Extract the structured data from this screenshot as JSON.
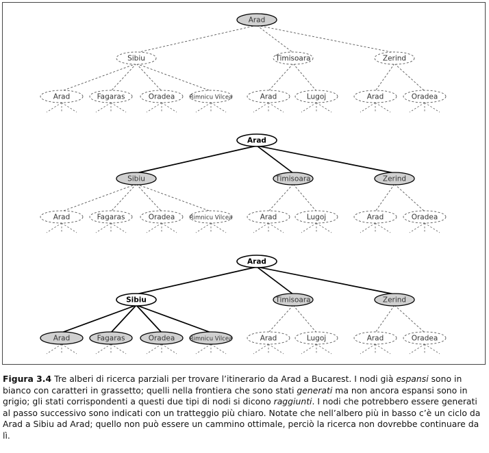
{
  "trees": [
    {
      "root": {
        "label": "Arad",
        "state": "frontier"
      },
      "children": [
        {
          "label": "Sibiu",
          "state": "reached",
          "children": [
            {
              "label": "Arad",
              "state": "reached"
            },
            {
              "label": "Fagaras",
              "state": "reached"
            },
            {
              "label": "Oradea",
              "state": "reached"
            },
            {
              "label": "Rimnicu Vilcea",
              "state": "reached"
            }
          ]
        },
        {
          "label": "Timisoara",
          "state": "reached",
          "children": [
            {
              "label": "Arad",
              "state": "reached"
            },
            {
              "label": "Lugoj",
              "state": "reached"
            }
          ]
        },
        {
          "label": "Zerind",
          "state": "reached",
          "children": [
            {
              "label": "Arad",
              "state": "reached"
            },
            {
              "label": "Oradea",
              "state": "reached"
            }
          ]
        }
      ]
    },
    {
      "root": {
        "label": "Arad",
        "state": "expanded"
      },
      "children": [
        {
          "label": "Sibiu",
          "state": "frontier",
          "children": [
            {
              "label": "Arad",
              "state": "reached"
            },
            {
              "label": "Fagaras",
              "state": "reached"
            },
            {
              "label": "Oradea",
              "state": "reached"
            },
            {
              "label": "Rimnicu Vilcea",
              "state": "reached"
            }
          ]
        },
        {
          "label": "Timisoara",
          "state": "frontier",
          "children": [
            {
              "label": "Arad",
              "state": "reached"
            },
            {
              "label": "Lugoj",
              "state": "reached"
            }
          ]
        },
        {
          "label": "Zerind",
          "state": "frontier",
          "children": [
            {
              "label": "Arad",
              "state": "reached"
            },
            {
              "label": "Oradea",
              "state": "reached"
            }
          ]
        }
      ]
    },
    {
      "root": {
        "label": "Arad",
        "state": "expanded"
      },
      "children": [
        {
          "label": "Sibiu",
          "state": "expanded",
          "children": [
            {
              "label": "Arad",
              "state": "frontier"
            },
            {
              "label": "Fagaras",
              "state": "frontier"
            },
            {
              "label": "Oradea",
              "state": "frontier"
            },
            {
              "label": "Rimnicu Vilcea",
              "state": "frontier"
            }
          ]
        },
        {
          "label": "Timisoara",
          "state": "frontier",
          "children": [
            {
              "label": "Arad",
              "state": "reached"
            },
            {
              "label": "Lugoj",
              "state": "reached"
            }
          ]
        },
        {
          "label": "Zerind",
          "state": "frontier",
          "children": [
            {
              "label": "Arad",
              "state": "reached"
            },
            {
              "label": "Oradea",
              "state": "reached"
            }
          ]
        }
      ]
    }
  ],
  "colors": {
    "frontier_fill": "#d0d0d0",
    "expanded_fill": "#ffffff",
    "reached_fill": "#ffffff",
    "solid_stroke": "#000000",
    "dashed_stroke": "#555555"
  },
  "caption": {
    "label": "Figura 3.4",
    "text_parts": [
      {
        "t": "  Tre alberi di ricerca parziali per trovare l’itinerario da Arad a Bucarest. I nodi già ",
        "i": false
      },
      {
        "t": "espansi",
        "i": true
      },
      {
        "t": " sono in bianco con caratteri in grassetto; quelli nella frontiera che sono stati ",
        "i": false
      },
      {
        "t": "generati",
        "i": true
      },
      {
        "t": " ma non ancora espansi sono in grigio; gli stati corrispondenti a questi due tipi di nodi si dicono ",
        "i": false
      },
      {
        "t": "raggiunti",
        "i": true
      },
      {
        "t": ". I nodi che potrebbero essere generati al passo successivo sono indicati con un tratteggio più chiaro. Notate che nell’albero più in basso c’è un ciclo da Arad a Sibiu ad Arad; quello non può essere un cammino ottimale, perciò la ricerca non dovrebbe continuare da lì.",
        "i": false
      }
    ]
  }
}
